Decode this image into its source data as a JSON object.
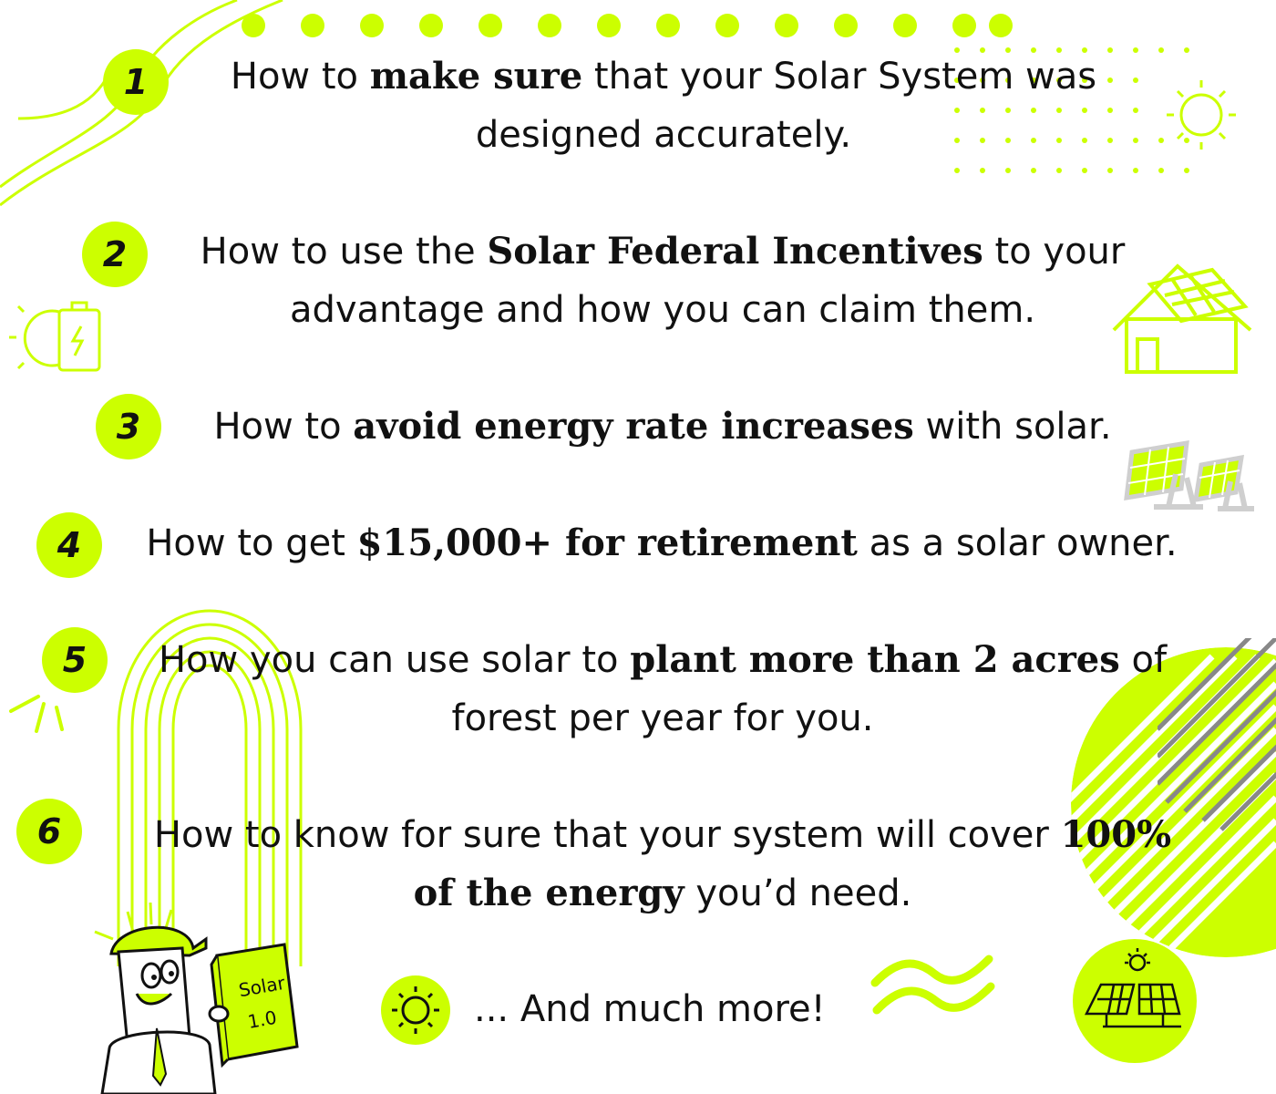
{
  "colors": {
    "accent": "#ccff00",
    "text": "#111111",
    "background": "#ffffff",
    "stripe": "#888888"
  },
  "items": [
    {
      "number": "1",
      "line1_pre": "How to ",
      "line1_bold": "make sure",
      "line1_post": " that your Solar System was",
      "line2": "designed accurately."
    },
    {
      "number": "2",
      "line1_pre": "How to use the ",
      "line1_bold": "Solar Federal Incentives",
      "line1_post": " to your",
      "line2": "advantage and how you can claim them."
    },
    {
      "number": "3",
      "line1_pre": "How to ",
      "line1_bold": "avoid energy rate increases",
      "line1_post": " with solar."
    },
    {
      "number": "4",
      "line1_pre": "How to get ",
      "line1_bold": "$15,000+ for retirement",
      "line1_post": " as a solar owner."
    },
    {
      "number": "5",
      "line1_pre": "How you can use solar to ",
      "line1_bold": "plant more than 2 acres",
      "line1_post": " of",
      "line2": "forest per year for you."
    },
    {
      "number": "6",
      "line1_pre": "How to know for sure that your system will cover ",
      "line1_bold": "100%",
      "line2_bold": "of the energy",
      "line2_post": " you’d need."
    }
  ],
  "footer": {
    "more_text": "... And much more!"
  },
  "mascot": {
    "book_line1": "Solar",
    "book_line2": "1.0"
  },
  "icons": [
    "sun-icon",
    "battery-icon",
    "house-solar-icon",
    "solar-panels-icon",
    "solar-panel-circle-icon"
  ]
}
